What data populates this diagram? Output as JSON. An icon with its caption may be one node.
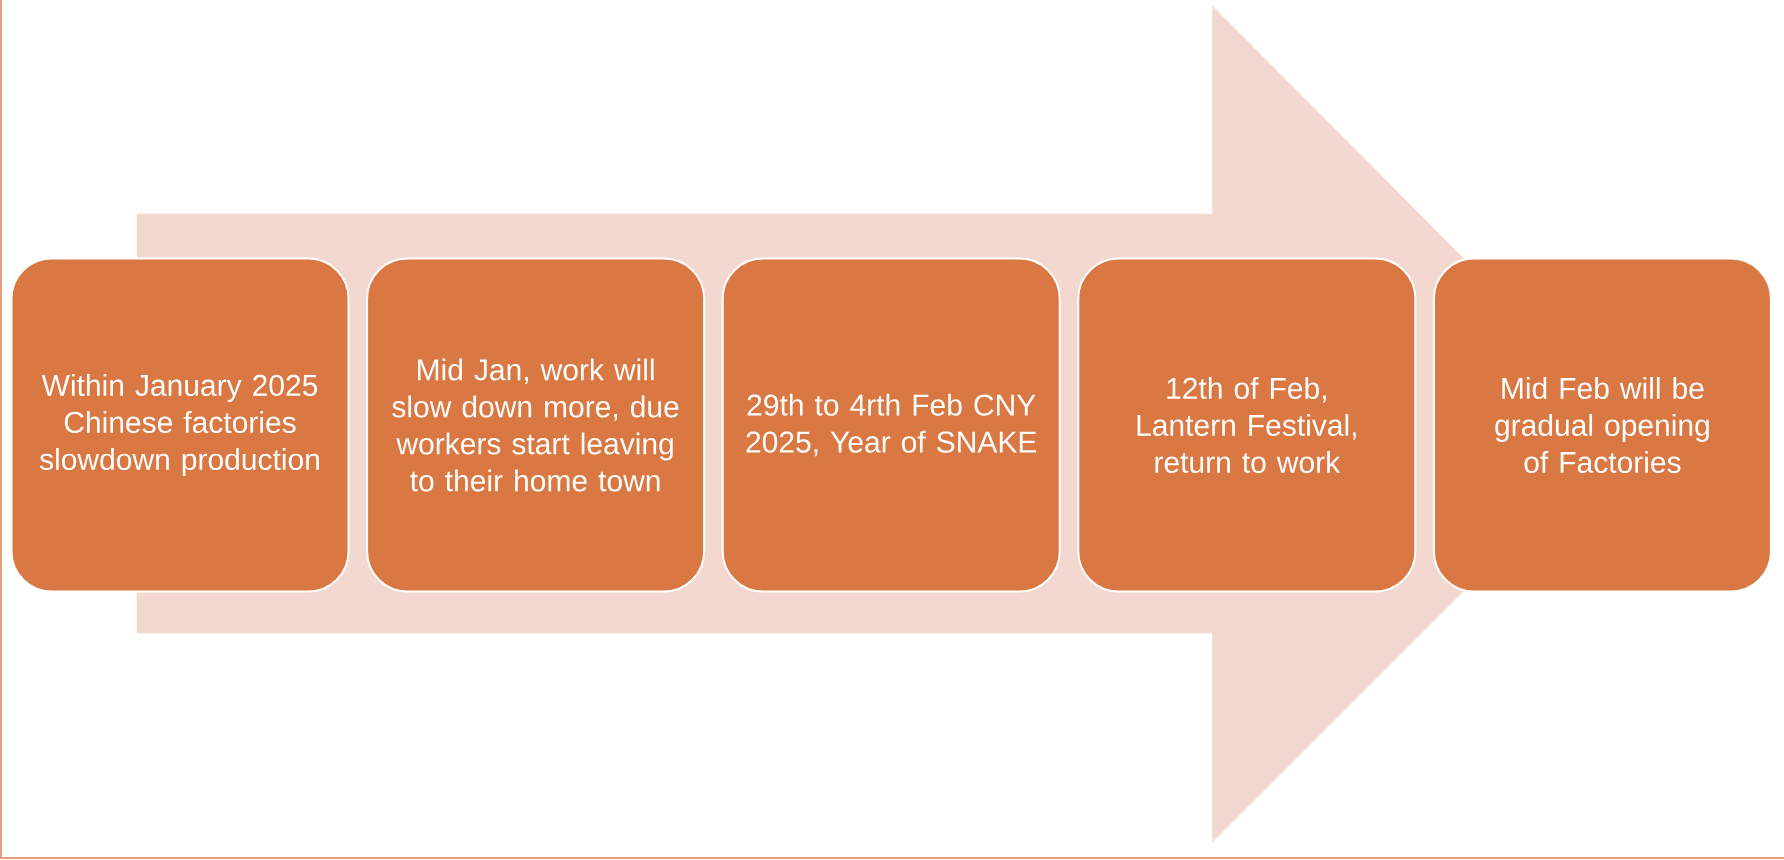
{
  "diagram": {
    "nodes": [
      {
        "text": [
          "Within January 2025 Chinese factories slowdown production"
        ]
      },
      {
        "text": [
          "Mid Jan, work will slow down more, due workers start leaving to their home town"
        ]
      },
      {
        "text": [
          "29th to 4rth Feb CNY 2025, Year of SNAKE"
        ]
      },
      {
        "text": [
          "12th of Feb, Lantern Festival, return to work"
        ]
      },
      {
        "text": [
          "Mid Feb will be gradual opening of Factories"
        ]
      }
    ],
    "edges": [
      {
        "from": 0,
        "to": 4,
        "arrow": "to"
      }
    ]
  }
}
